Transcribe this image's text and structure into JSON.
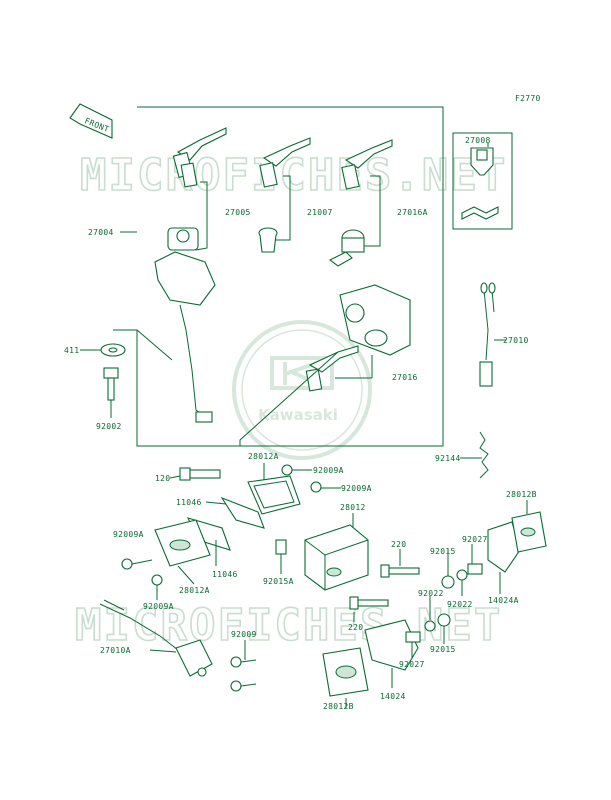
{
  "figure_code": "F2770",
  "front_label": "FRONT",
  "brand": "Kawasaki",
  "watermarks": [
    "MICROFICHES.NET",
    "MICROFICHES.NET"
  ],
  "labels": {
    "p27008": "27008",
    "p27004": "27004",
    "p27005": "27005",
    "p21007": "21007",
    "p27016A": "27016A",
    "p411": "411",
    "p92002": "92002",
    "p27010": "27010",
    "p27016": "27016",
    "p120": "120",
    "p28012A_top": "28012A",
    "p92009A_top": "92009A",
    "p92009A_mid": "92009A",
    "p92144": "92144",
    "p11046_a": "11046",
    "p28012": "28012",
    "p28012B_right": "28012B",
    "p92009A_left": "92009A",
    "p11046_b": "11046",
    "p28012A_left": "28012A",
    "p92009A_low": "92009A",
    "p220_a": "220",
    "p92015A": "92015A",
    "p92027_a": "92027",
    "p92015_a": "92015",
    "p92022_a": "92022",
    "p14024A": "14024A",
    "p220_b": "220",
    "p92022_b": "92022",
    "p92015_b": "92015",
    "p92009": "92009",
    "p27010A": "27010A",
    "p92027_b": "92027",
    "p14024": "14024",
    "p28012B_low": "28012B"
  },
  "colors": {
    "line": "#0a6a34",
    "watermark": "#c9ddd0",
    "fill": "#cfe6d6"
  }
}
